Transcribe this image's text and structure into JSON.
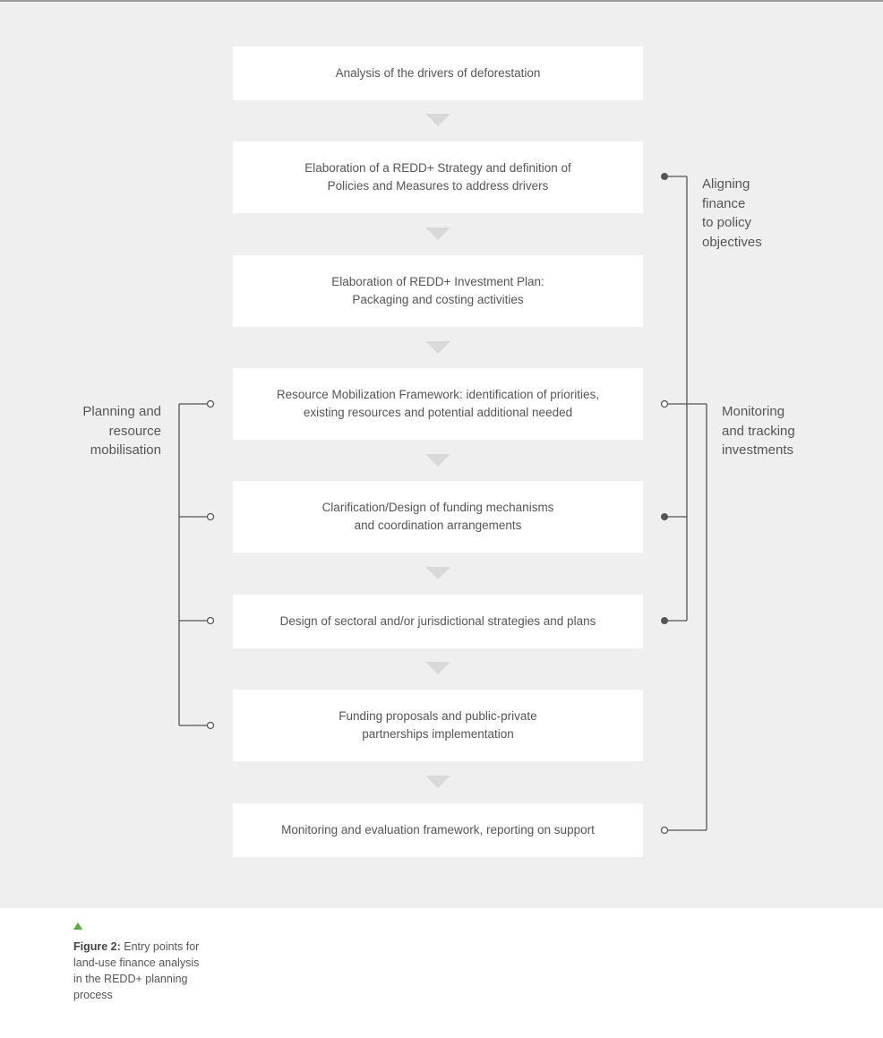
{
  "steps": [
    "Analysis of the drivers of deforestation",
    "Elaboration of a REDD+ Strategy and definition of\nPolicies and Measures to address drivers",
    "Elaboration of REDD+ Investment Plan:\nPackaging and costing activities",
    "Resource Mobilization Framework: identification of priorities,\nexisting resources and potential additional needed",
    "Clarification/Design of funding mechanisms\nand coordination arrangements",
    "Design of sectoral and/or jurisdictional strategies and plans",
    "Funding proposals and public-private\npartnerships implementation",
    "Monitoring and evaluation framework, reporting on support"
  ],
  "groups": {
    "planning": "Planning and\nresource\nmobilisation",
    "aligning": "Aligning\nfinance\nto policy\nobjectives",
    "monitoring": "Monitoring\nand tracking\ninvestments"
  },
  "caption": {
    "label": "Figure 2:",
    "text": " Entry points for land-use finance analysis in the REDD+ planning process"
  },
  "colors": {
    "panel": "#efefef",
    "box": "#ffffff",
    "arrow": "#d9d9d9",
    "line": "#555555",
    "caption_marker": "#5aaa3c"
  }
}
